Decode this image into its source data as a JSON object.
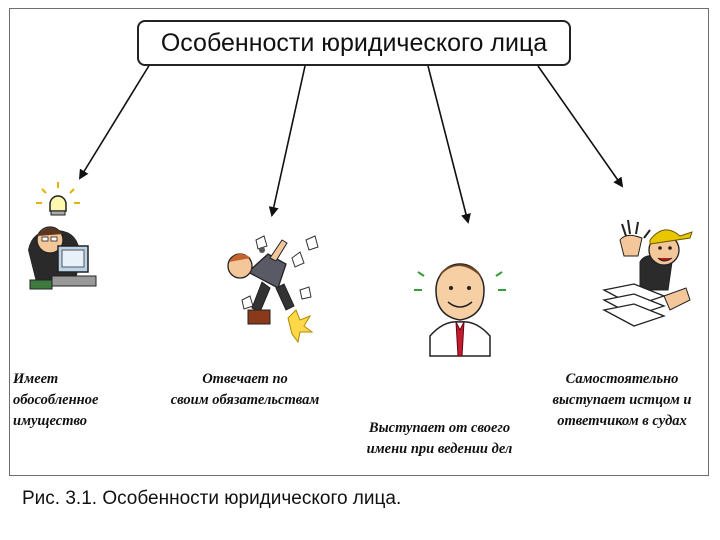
{
  "diagram": {
    "title": "Особенности юридического лица",
    "features": [
      {
        "label": "Имеет\nобособленное\nимущество",
        "icon": "worker-at-desk-icon"
      },
      {
        "label": "Отвечает по\nсвоим обязательствам",
        "icon": "falling-man-papers-icon"
      },
      {
        "label": "Выступает от своего\nимени при ведении дел",
        "icon": "man-in-tie-icon"
      },
      {
        "label": "Самостоятельно\nвыступает истцом и\nответчиком в судах",
        "icon": "man-with-documents-icon"
      }
    ]
  },
  "caption": "Рис. 3.1. Особенности юридического лица."
}
